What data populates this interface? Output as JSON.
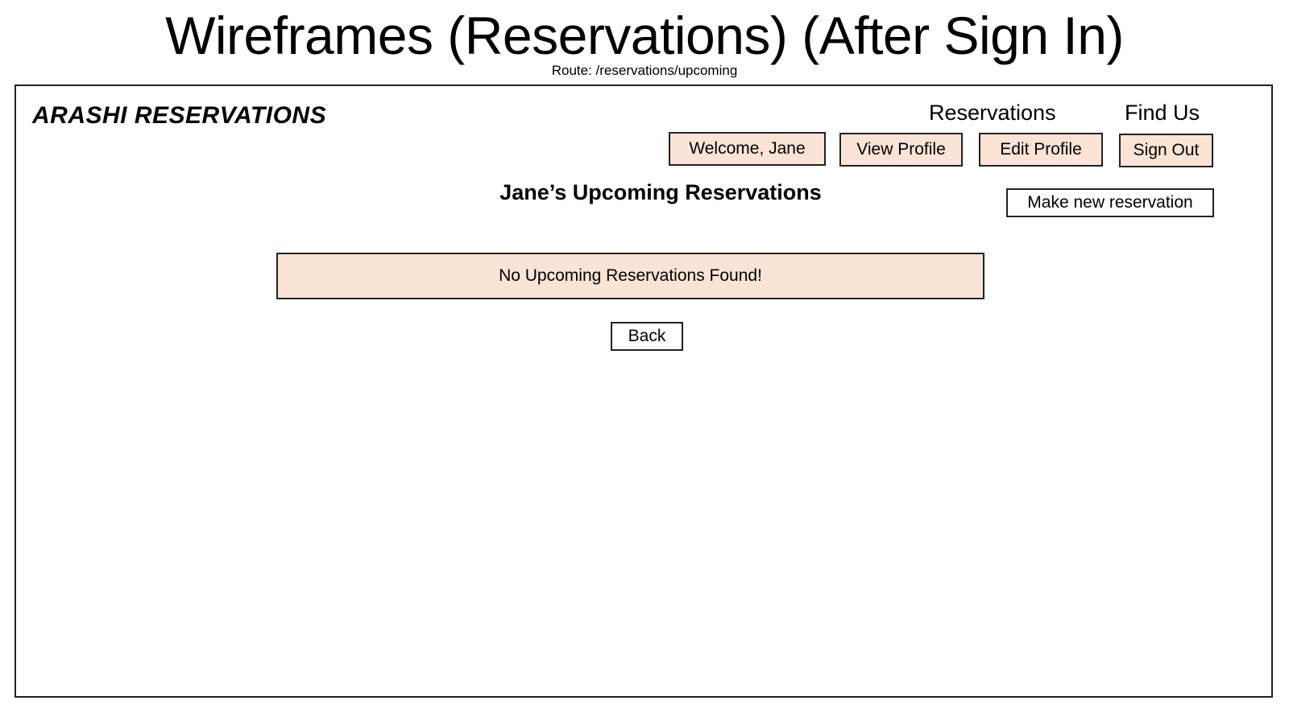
{
  "slide": {
    "title": "Wireframes (Reservations) (After Sign In)",
    "route": "Route: /reservations/upcoming"
  },
  "header": {
    "brand": "ARASHI RESERVATIONS",
    "nav": {
      "reservations": "Reservations",
      "find_us": "Find Us"
    },
    "account": {
      "welcome": "Welcome, Jane",
      "view_profile": "View Profile",
      "edit_profile": "Edit Profile",
      "sign_out": "Sign Out"
    }
  },
  "main": {
    "heading": "Jane’s Upcoming Reservations",
    "make_new_label": "Make new reservation",
    "empty_message": "No Upcoming Reservations Found!",
    "back_label": "Back"
  },
  "colors": {
    "button_fill": "#fbe3d6",
    "border": "#222222",
    "background": "#ffffff"
  }
}
